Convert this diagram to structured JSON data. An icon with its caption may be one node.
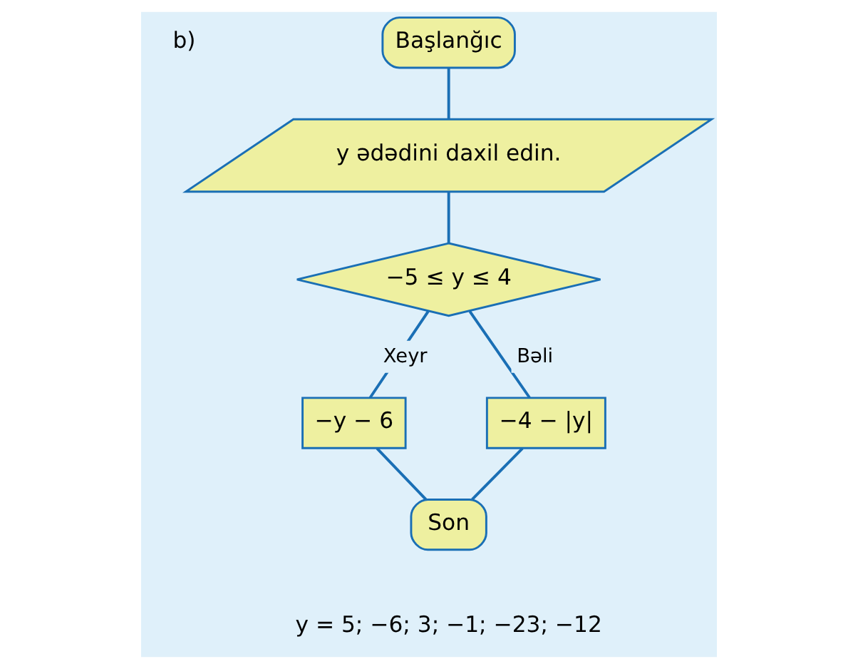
{
  "diagram": {
    "nodes": [
      {
        "text": [
          "Başlanğıc"
        ]
      },
      {
        "text": [
          "y ədədini daxil edin."
        ]
      },
      {
        "text": [
          "−5 ≤ y ≤ 4"
        ]
      },
      {
        "text": [
          "−y − 6"
        ]
      },
      {
        "text": [
          "−4 − |y|"
        ]
      },
      {
        "text": [
          "Son"
        ]
      }
    ],
    "edges": [
      {
        "from": 0,
        "to": 1,
        "arrow": "none"
      },
      {
        "from": 1,
        "to": 2,
        "arrow": "none"
      },
      {
        "from": 2,
        "to": 3,
        "arrow": "none",
        "label": "Xeyr"
      },
      {
        "from": 2,
        "to": 4,
        "arrow": "none",
        "label": "Bəli"
      },
      {
        "from": 3,
        "to": 5,
        "arrow": "none"
      },
      {
        "from": 4,
        "to": 5,
        "arrow": "none"
      }
    ],
    "labels": [
      "b)",
      "y = 5; −6; 3; −1; −23; −12"
    ]
  }
}
